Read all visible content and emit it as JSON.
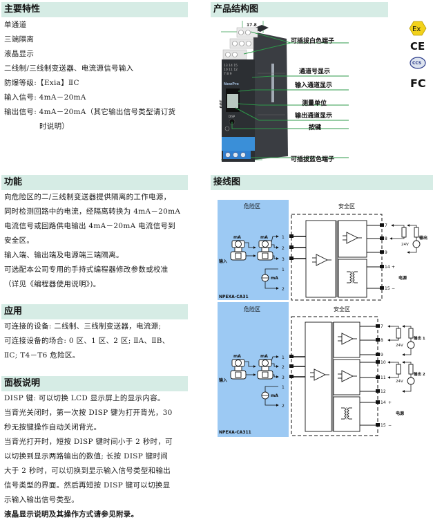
{
  "features": {
    "title": "主要特性",
    "items": [
      "单通道",
      "三端隔离",
      "液晶显示",
      "二线制/三线制变送器、电流源信号输入",
      "防爆等级:【Exia】ⅡC",
      "输入信号: 4mA－20mA",
      "输出信号: 4mA－20mA（其它输出信号类型请订货"
    ],
    "items_cont": "时说明）"
  },
  "structure": {
    "title": "产品结构图",
    "dim_width": "17.8",
    "dim_height": "100",
    "labels": [
      "可插拔白色端子",
      "通道号显示",
      "输入通道显示",
      "测量单位",
      "输出通道显示",
      "按键",
      "可插拔蓝色端子"
    ],
    "device_brand": "NewPro",
    "device_key": "DISP",
    "device_terms": [
      "13 14 15",
      "10 11 12",
      "7  8  9"
    ]
  },
  "certifications": [
    "Ex",
    "CE",
    "CCS",
    "FC"
  ],
  "function": {
    "title": "功能",
    "lines": [
      "向危险区的二/三线制变送器提供隔离的工作电源，",
      "同时检测回路中的电流，经隔离转换为 4mA－20mA",
      "电流信号或回路供电输出 4mA－20mA 电流信号到",
      "安全区。",
      "输入端、输出端及电源端三端隔离。",
      "可选配本公司专用的手持式编程器修改参数或校准",
      "（详见《编程器使用说明》)。"
    ]
  },
  "application": {
    "title": "应用",
    "lines": [
      "可连接的设备: 二线制、三线制变送器，电流源;",
      "可连接设备的场合: 0 区、1 区、2 区; ⅡA、ⅡB、",
      "ⅡC; T4－T6 危险区。"
    ]
  },
  "panel": {
    "title": "面板说明",
    "lines": [
      "DISP 键: 可以切换 LCD 显示屏上的显示内容。",
      "当背光关闭时，第一次按 DISP 键为打开背光，30",
      "秒无按键操作自动关闭背光。",
      "当背光打开时，短按 DISP 键时间小于 2 秒时，可",
      "以切换到显示两路输出的数值; 长按 DISP 键时间",
      "大于 2 秒时，可以切换到显示输入信号类型和输出",
      "信号类型的界面。然后再短按 DISP 键可以切换显",
      "示输入输出信号类型。"
    ],
    "note": "液晶显示说明及其操作方式请参见附录。"
  },
  "wiring": {
    "title": "接线图",
    "hazard_label": "危险区",
    "safe_label": "安全区",
    "input_label": "输入",
    "ma_label": "mA",
    "power_label": "电源",
    "v24": "24V",
    "diagrams": [
      {
        "model": "NPEXA-CA31",
        "in_terms": [
          "1",
          "2",
          "3"
        ],
        "src_terms": [
          "1",
          "2"
        ],
        "out_terms": [
          "7",
          "8",
          "9"
        ],
        "out_label": "输出",
        "pwr_terms": [
          "14",
          "15"
        ]
      },
      {
        "model": "NPEXA-CA311",
        "in_terms": [
          "1",
          "2",
          "3"
        ],
        "src_terms": [
          "1",
          "2"
        ],
        "out_terms": [
          "7",
          "8",
          "9",
          "10",
          "11",
          "12"
        ],
        "out_labels": [
          "输出 1",
          "输出 2"
        ],
        "pwr_terms": [
          "14",
          "15"
        ]
      }
    ]
  },
  "colors": {
    "header_bg": "#d6ece5",
    "hazard_bg": "#9cc9f3",
    "device_body": "#2c2f33",
    "device_blue": "#3a8fd8",
    "leader_line": "#2e9a4a",
    "ex_yellow": "#f2d21b"
  }
}
